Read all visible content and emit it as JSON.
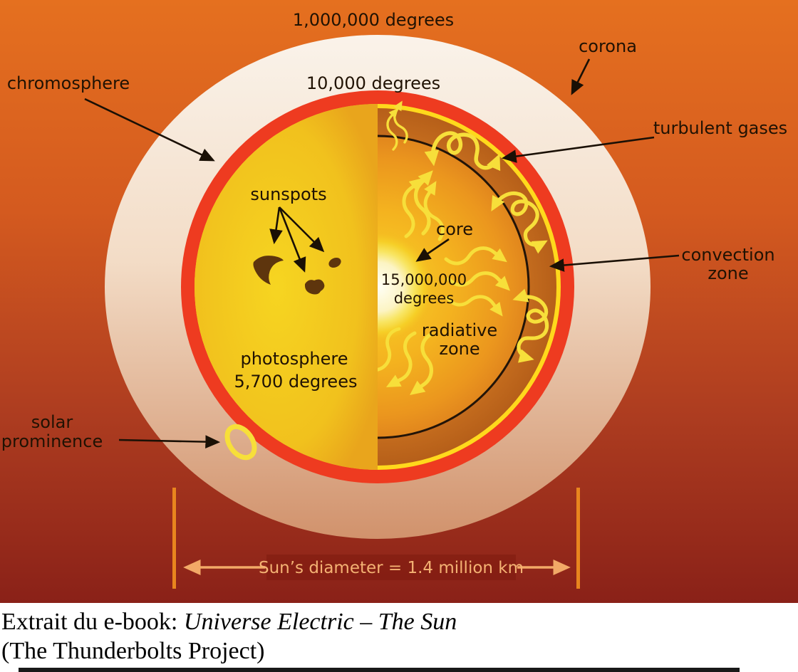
{
  "sun": {
    "labels": {
      "corona_temperature": "1,000,000 degrees",
      "corona": "corona",
      "chromosphere": "chromosphere",
      "chromosphere_temperature": "10,000 degrees",
      "turbulent_gases": "turbulent gases",
      "sunspots": "sunspots",
      "core": "core",
      "core_temperature_value": "15,000,000",
      "core_temperature_unit": "degrees",
      "radiative_zone_line1": "radiative",
      "radiative_zone_line2": "zone",
      "photosphere": "photosphere",
      "photosphere_temperature": "5,700 degrees",
      "solar_prominence_line1": "solar",
      "solar_prominence_line2": "prominence",
      "convection_zone_line1": "convection",
      "convection_zone_line2": "zone"
    },
    "measurement": {
      "text": "Sun’s diameter = 1.4 million km"
    },
    "colors": {
      "background_top": "#E5701F",
      "background_bottom": "#8A2118",
      "corona_light": "#FAF3EA",
      "corona_dark": "#D1926C",
      "chromosphere_red": "#EE3B20",
      "photosphere_rim_yellow": "#FFD91C",
      "convection_orange": "#C76F1F",
      "radiative_gold": "#F4B31F",
      "core_white": "#FFFFF6",
      "sunspot_brown": "#5E350D",
      "flow_arrow_yellow": "#F7DF3A",
      "label_ink": "#201203",
      "measure_bar_orange": "#E8851E",
      "measure_arrow_tan": "#F2A967",
      "measure_text_tan": "#F4B273"
    }
  },
  "caption": {
    "line1_regular": "Extrait du e-book: ",
    "line1_italic": "Universe Electric – The Sun",
    "line2": "(The Thunderbolts Project)"
  }
}
